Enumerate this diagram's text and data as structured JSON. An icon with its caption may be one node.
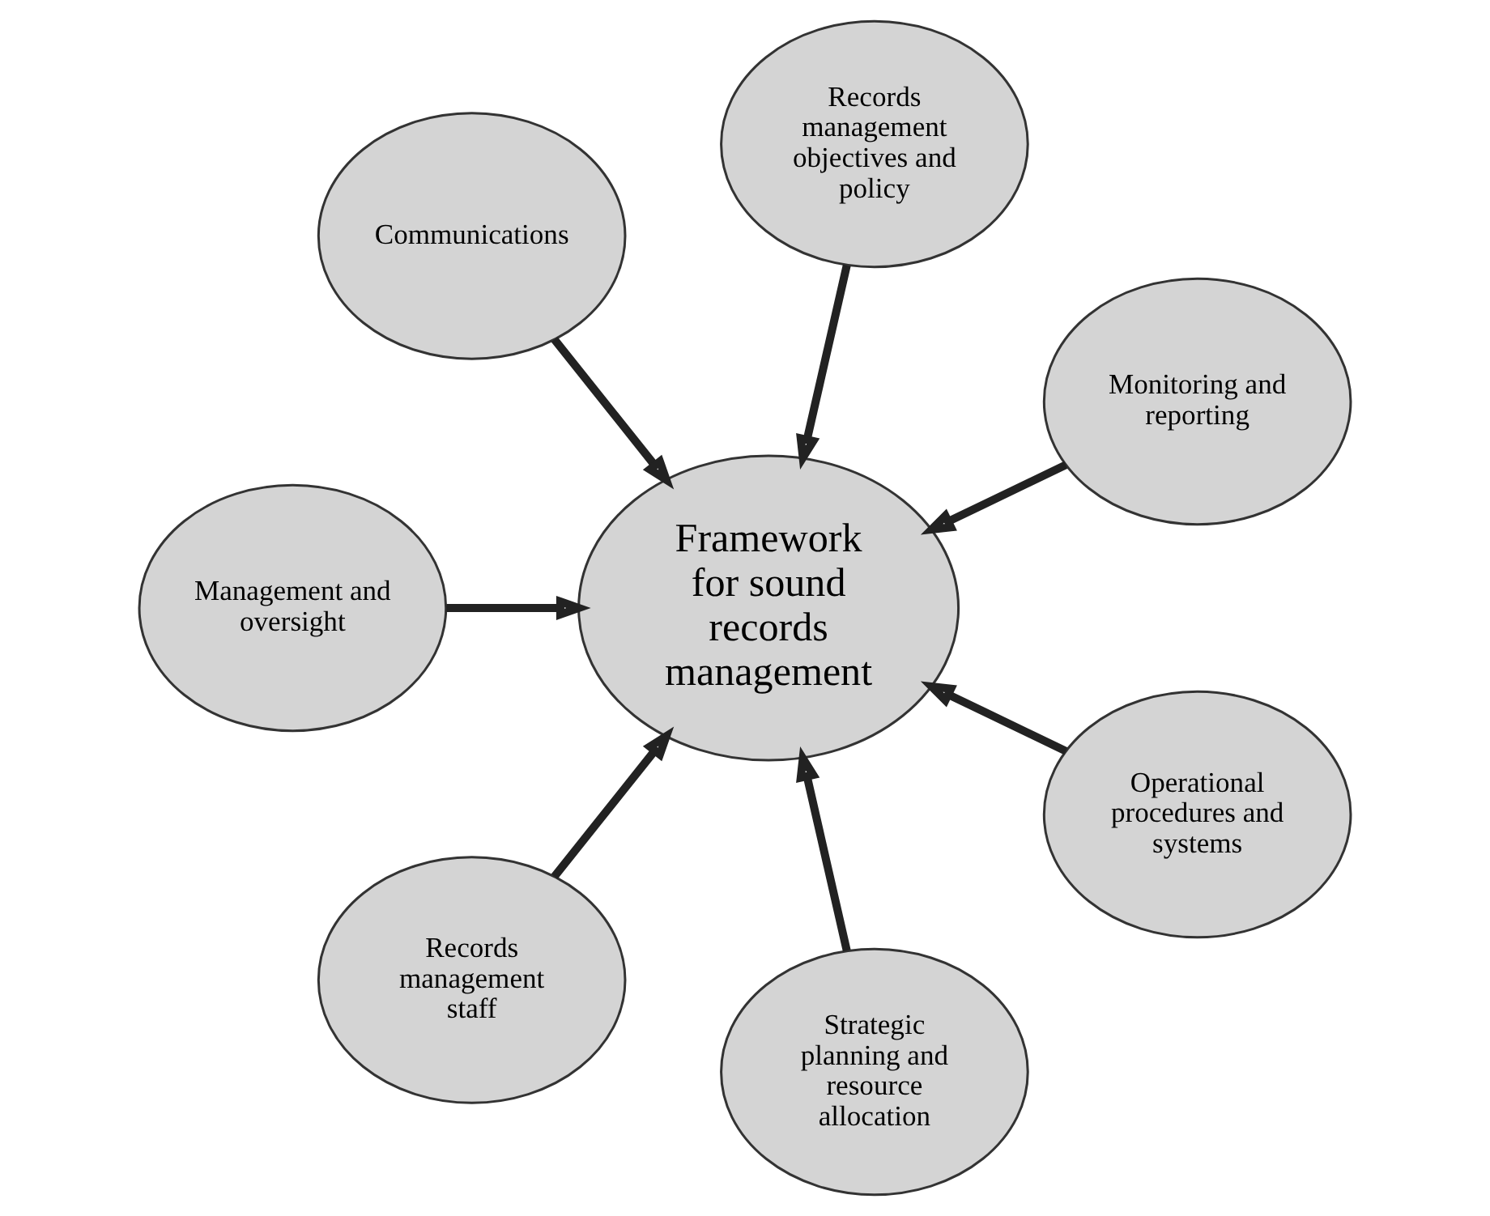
{
  "diagram": {
    "nodes": [
      {
        "text": [
          "Framework for sound records management"
        ]
      },
      {
        "text": [
          "Monitoring and reporting"
        ]
      },
      {
        "text": [
          "Records management objectives and policy"
        ]
      },
      {
        "text": [
          "Communications"
        ]
      },
      {
        "text": [
          "Management and oversight"
        ]
      },
      {
        "text": [
          "Records management staff"
        ]
      },
      {
        "text": [
          "Strategic planning and resource allocation"
        ]
      },
      {
        "text": [
          "Operational procedures and systems"
        ]
      }
    ],
    "edges": [
      {
        "from": 1,
        "to": 0,
        "arrow": "to"
      },
      {
        "from": 2,
        "to": 0,
        "arrow": "to"
      },
      {
        "from": 3,
        "to": 0,
        "arrow": "to"
      },
      {
        "from": 4,
        "to": 0,
        "arrow": "to"
      },
      {
        "from": 5,
        "to": 0,
        "arrow": "to"
      },
      {
        "from": 6,
        "to": 0,
        "arrow": "to"
      },
      {
        "from": 7,
        "to": 0,
        "arrow": "to"
      }
    ]
  }
}
